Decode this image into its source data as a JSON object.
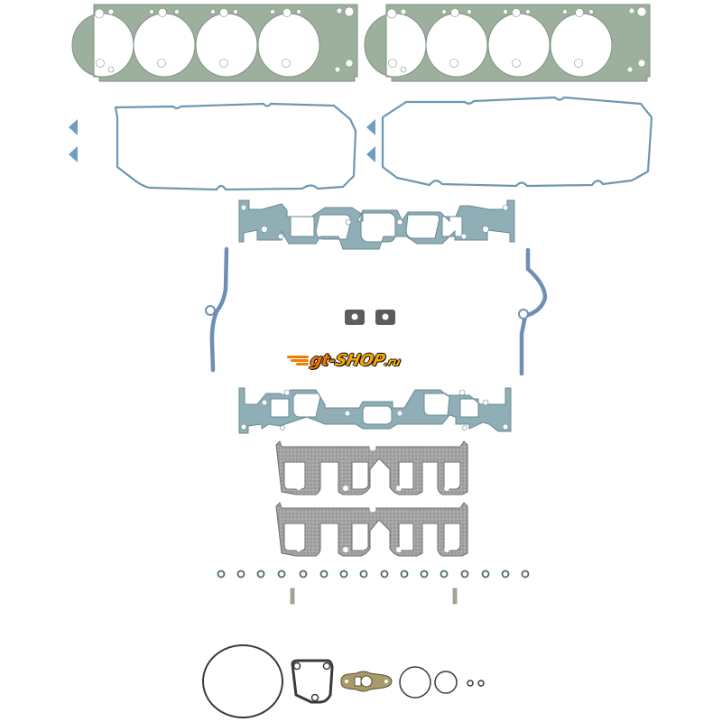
{
  "watermark": {
    "brand_prefix": "gt-",
    "brand_main": "SHOP",
    "brand_suffix": ".ru",
    "colors": {
      "orange": "#f07d00",
      "yellow": "#f7a800",
      "outline": "#000000"
    }
  },
  "product": {
    "subject": "engine cylinder head gasket set",
    "components": [
      {
        "name": "cylinder-head-gasket",
        "count": 2,
        "color": "#9fb3a3"
      },
      {
        "name": "valve-cover-gasket",
        "count": 2,
        "color": "#6f98b4"
      },
      {
        "name": "valve-cover-grommet-triangle",
        "count": 4,
        "color": "#6f9ec4"
      },
      {
        "name": "intake-manifold-gasket",
        "count": 2,
        "color": "#8fb0b8"
      },
      {
        "name": "manifold-end-seal",
        "count": 2,
        "color": "#6f8fb0"
      },
      {
        "name": "square-grommet",
        "count": 2,
        "color": "#555555"
      },
      {
        "name": "exhaust-manifold-gasket",
        "count": 2,
        "color": "#9a9a9a"
      },
      {
        "name": "valve-stem-seal",
        "count": 16,
        "color": "#4f6e58"
      },
      {
        "name": "dowel-pin",
        "count": 2,
        "color": "#a8a292"
      },
      {
        "name": "large-o-ring",
        "count": 1,
        "color": "#3a3a3a"
      },
      {
        "name": "thermostat-gasket",
        "count": 1,
        "color": "#3a3a3a"
      },
      {
        "name": "egr-gasket",
        "count": 1,
        "color": "#a99a6a"
      },
      {
        "name": "medium-o-ring",
        "count": 1,
        "color": "#3a3a3a"
      },
      {
        "name": "small-o-ring",
        "count": 1,
        "color": "#3a3a3a"
      },
      {
        "name": "tiny-o-ring",
        "count": 2,
        "color": "#3a3a3a"
      }
    ]
  }
}
